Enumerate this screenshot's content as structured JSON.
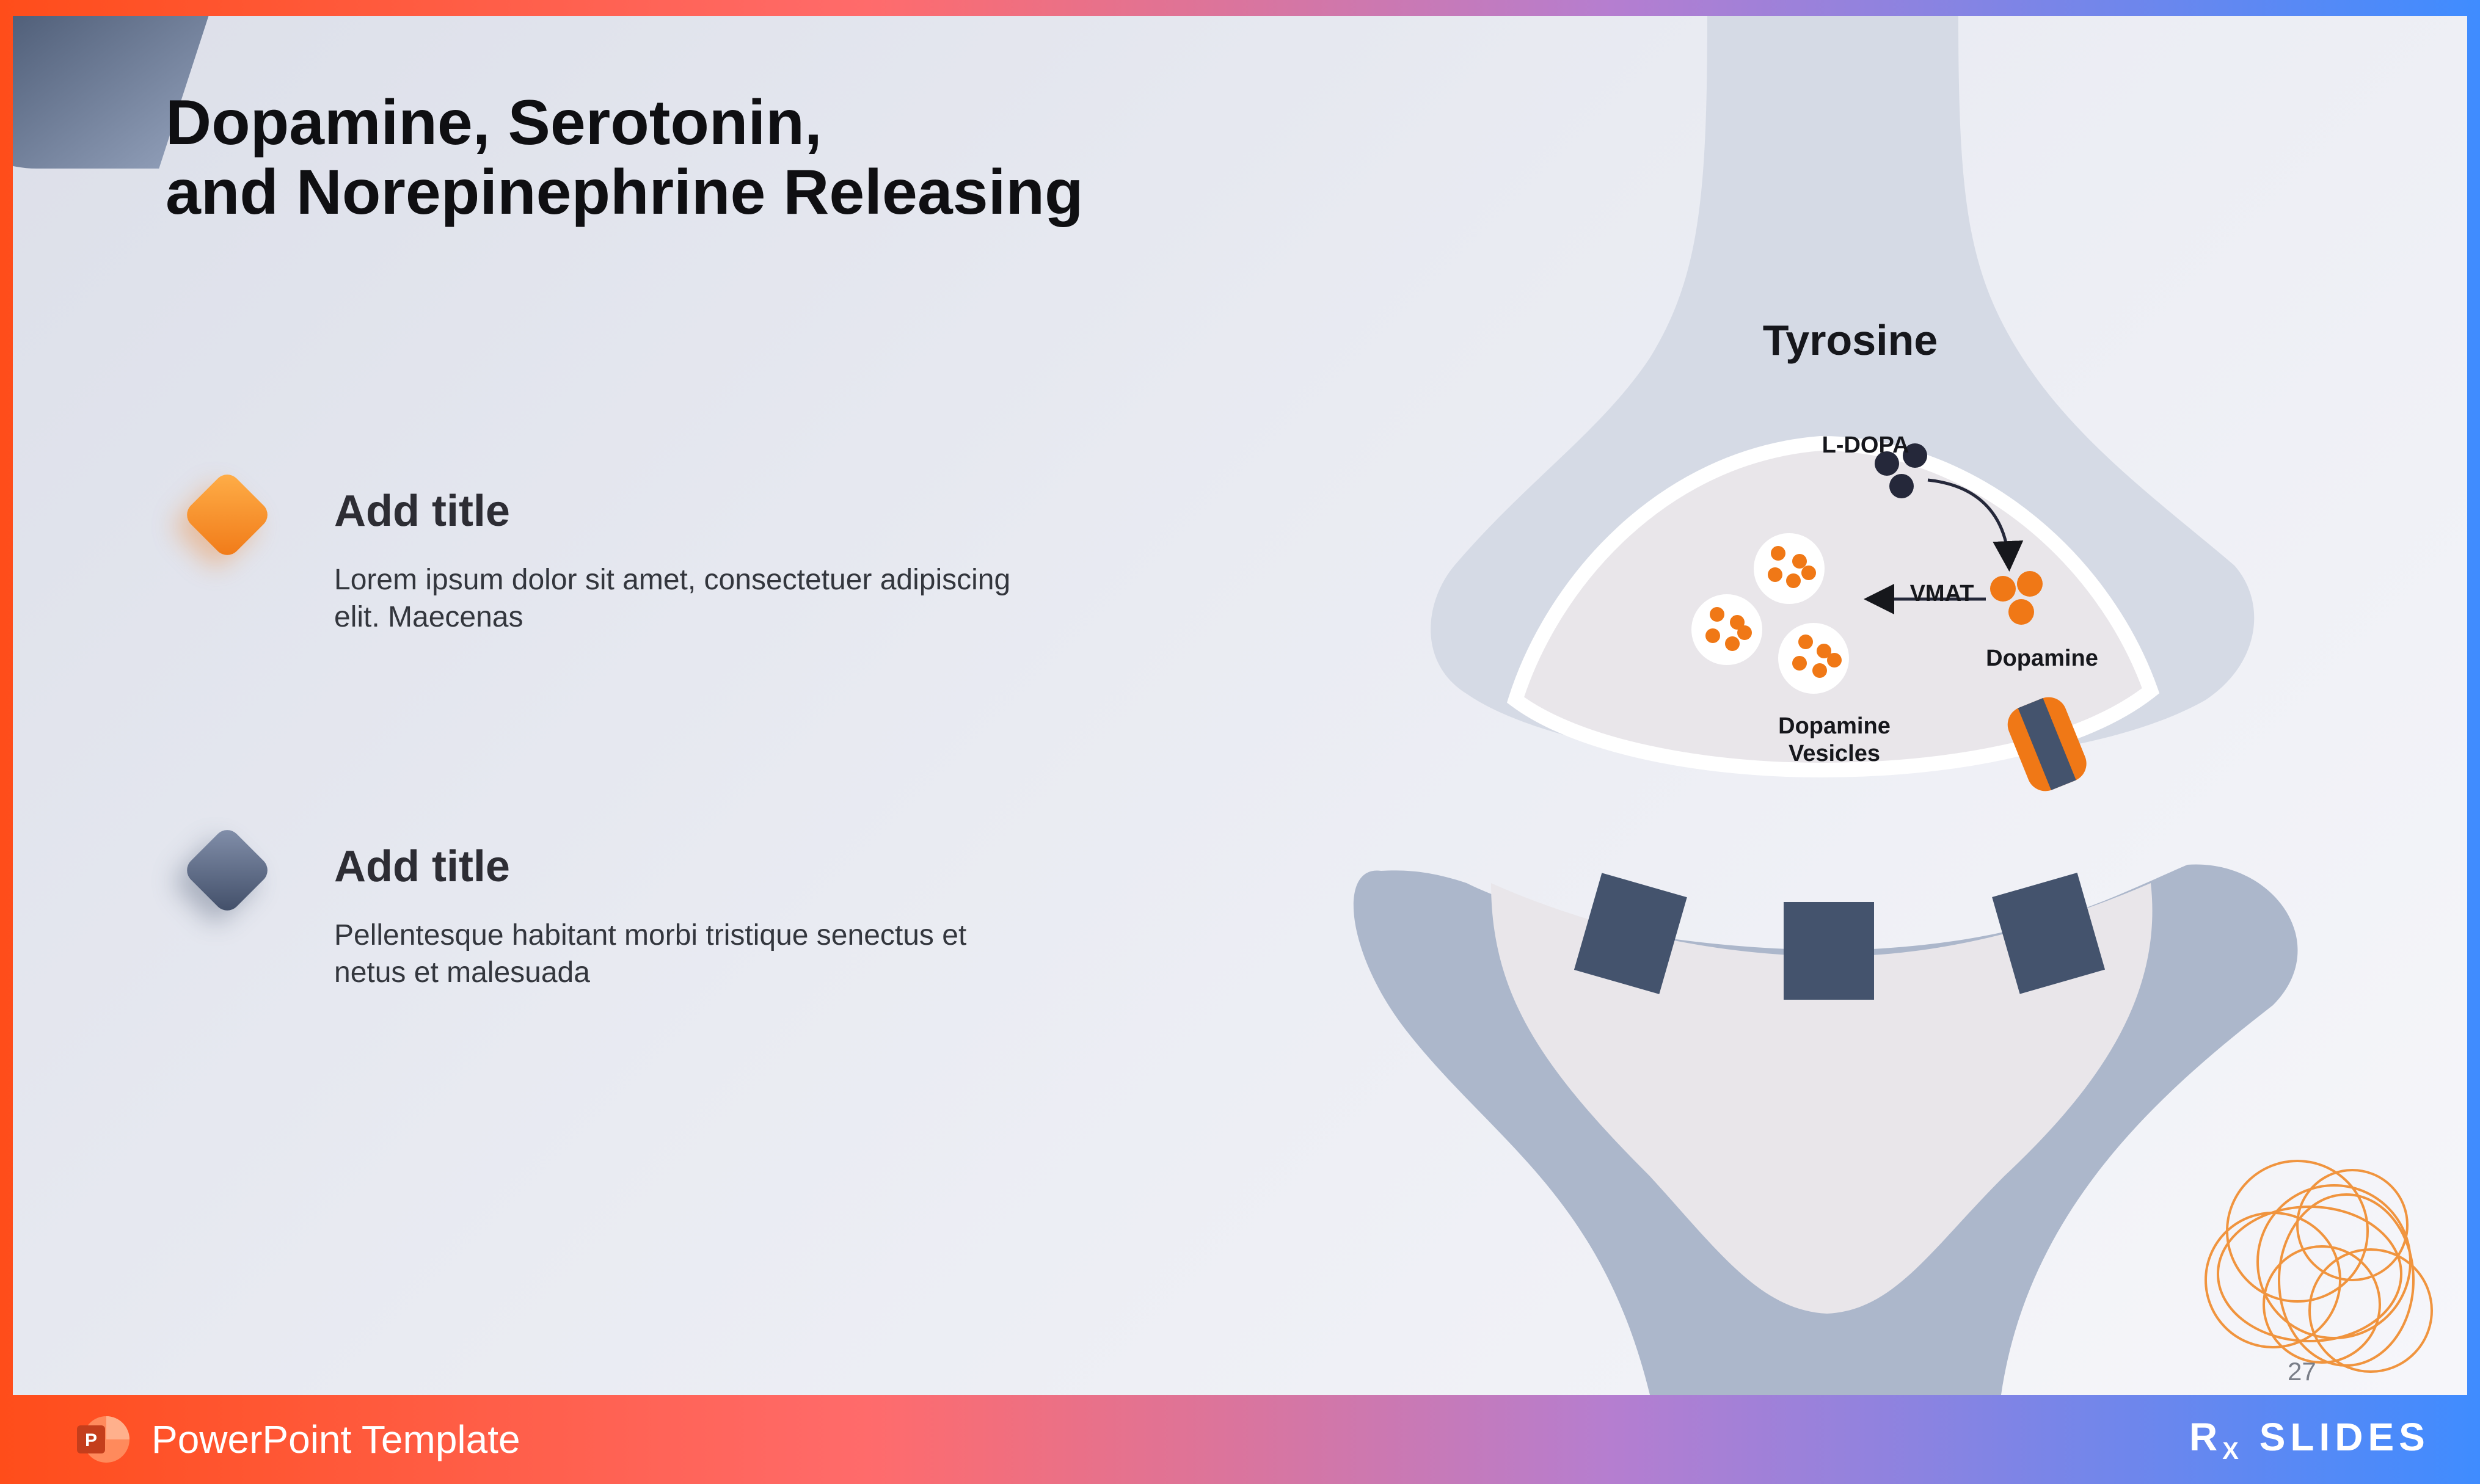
{
  "slide": {
    "title_line1": "Dopamine, Serotonin,",
    "title_line2": "and Norepinephrine Releasing",
    "page_number": "27"
  },
  "items": [
    {
      "title": "Add title",
      "body": "Lorem ipsum dolor sit amet, consectetuer adipiscing elit. Maecenas",
      "icon": "diamond-orange"
    },
    {
      "title": "Add title",
      "body": "Pellentesque habitant morbi tristique senectus et netus et malesuada",
      "icon": "diamond-slate"
    }
  ],
  "diagram": {
    "tyrosine": "Tyrosine",
    "ldopa": "L-DOPA",
    "vmat": "VMAT",
    "dopamine": "Dopamine",
    "vesicles_line1": "Dopamine",
    "vesicles_line2": "Vesicles"
  },
  "footer": {
    "label": "PowerPoint Template",
    "brand_main": "R",
    "brand_sub": "X",
    "brand_rest": "SLIDES"
  },
  "colors": {
    "accent_orange": "#f07816",
    "slate": "#44536d",
    "neuron_light": "#d5dae5",
    "neuron_mid": "#acb7cb"
  }
}
